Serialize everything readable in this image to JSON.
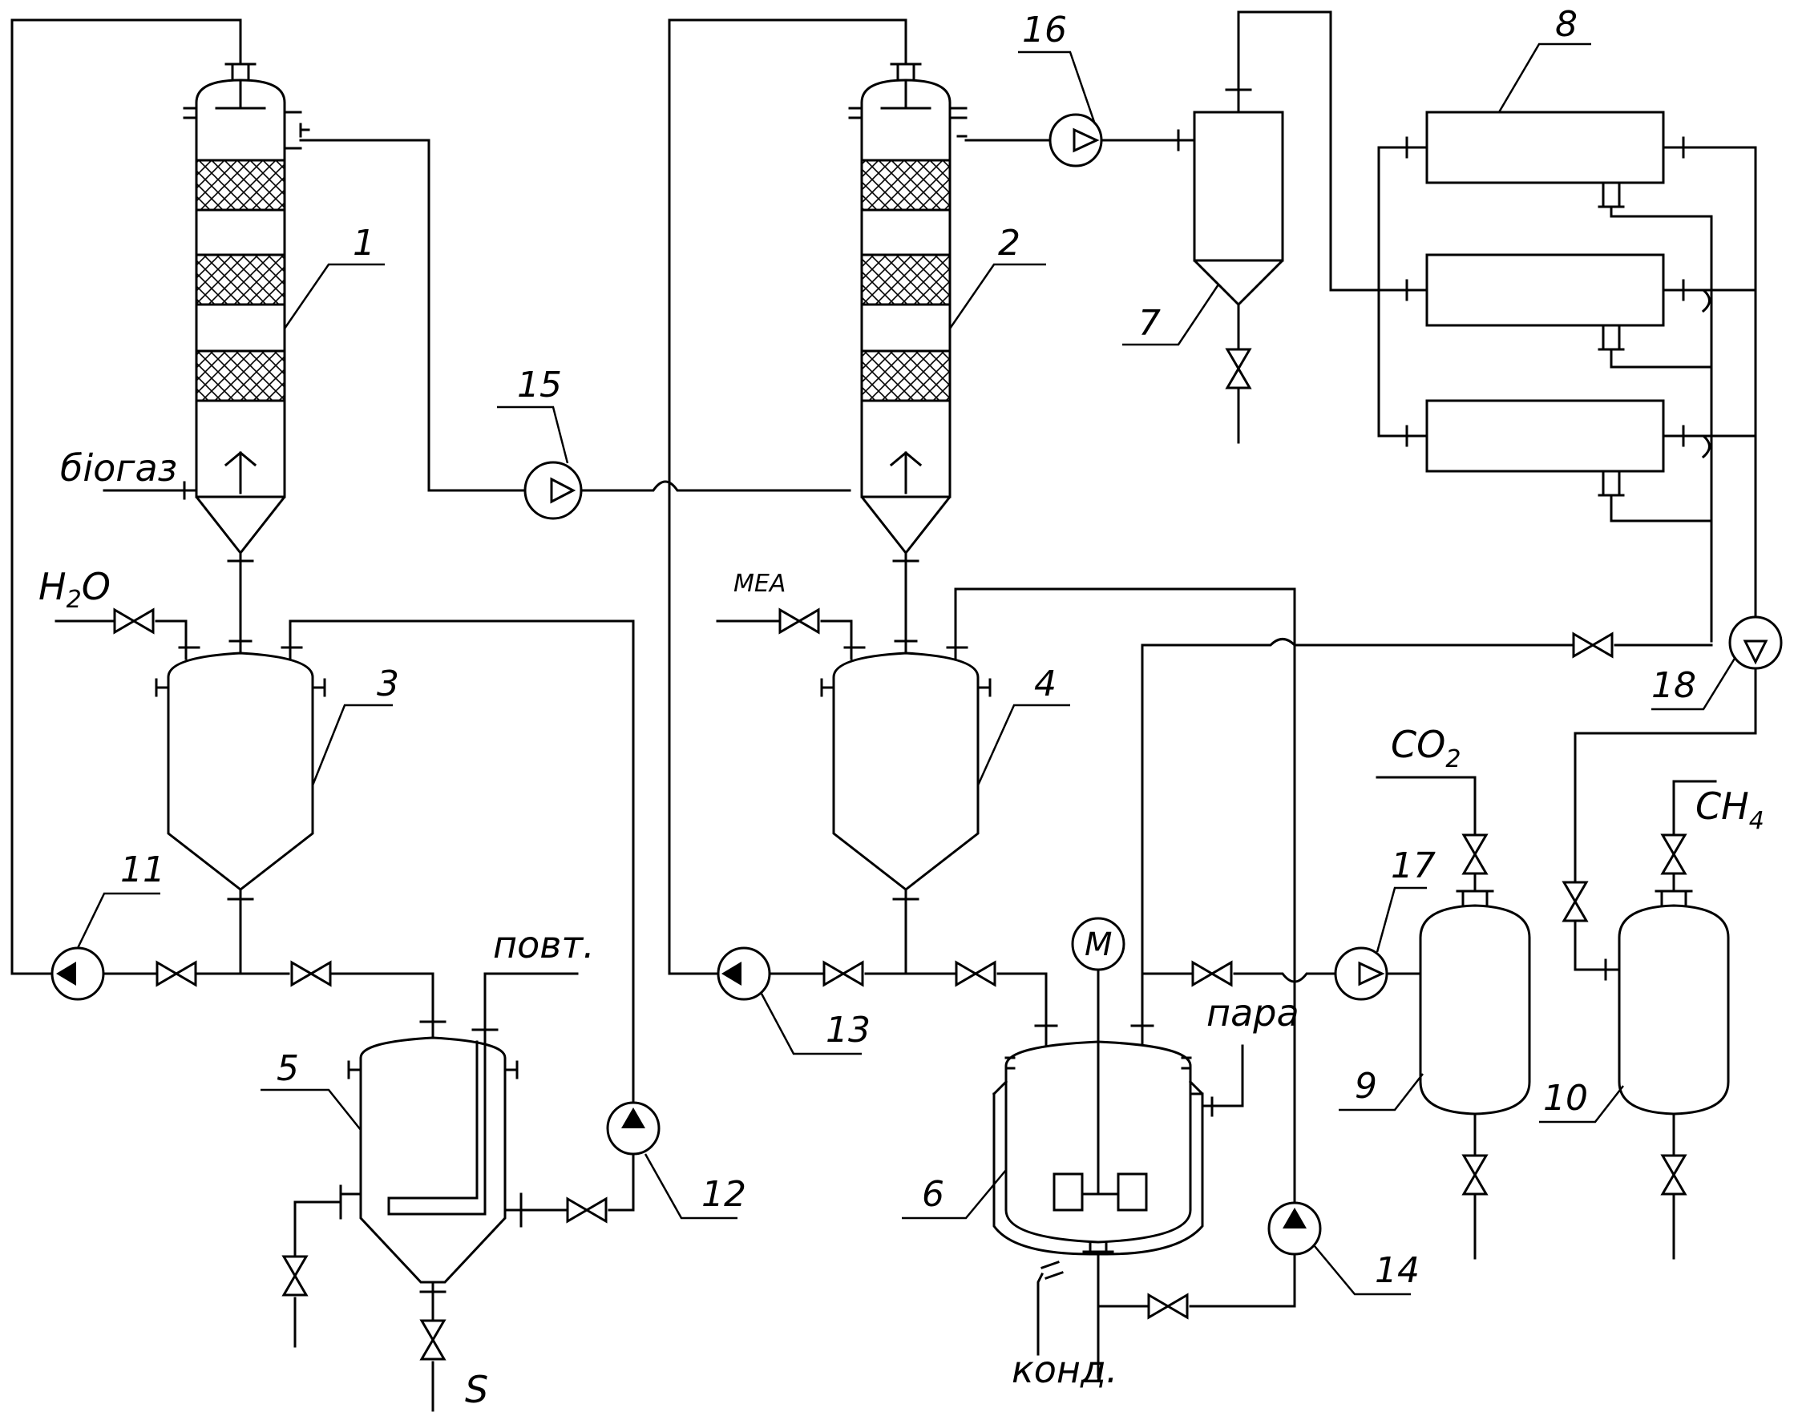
{
  "labels": {
    "biogas": "біогаз",
    "water_main": "H",
    "water_sub": "2",
    "water_tail": "O",
    "mea": "MEA",
    "povt": "повт.",
    "sulfur": "S",
    "motor": "M",
    "steam": "пара",
    "condensate": "конд.",
    "co2_main": "CO",
    "co2_sub": "2",
    "ch4_main": "CH",
    "ch4_sub": "4"
  },
  "equipment_numbers": {
    "n1": "1",
    "n2": "2",
    "n3": "3",
    "n4": "4",
    "n5": "5",
    "n6": "6",
    "n7": "7",
    "n8": "8",
    "n9": "9",
    "n10": "10",
    "n11": "11",
    "n12": "12",
    "n13": "13",
    "n14": "14",
    "n15": "15",
    "n16": "16",
    "n17": "17",
    "n18": "18"
  }
}
